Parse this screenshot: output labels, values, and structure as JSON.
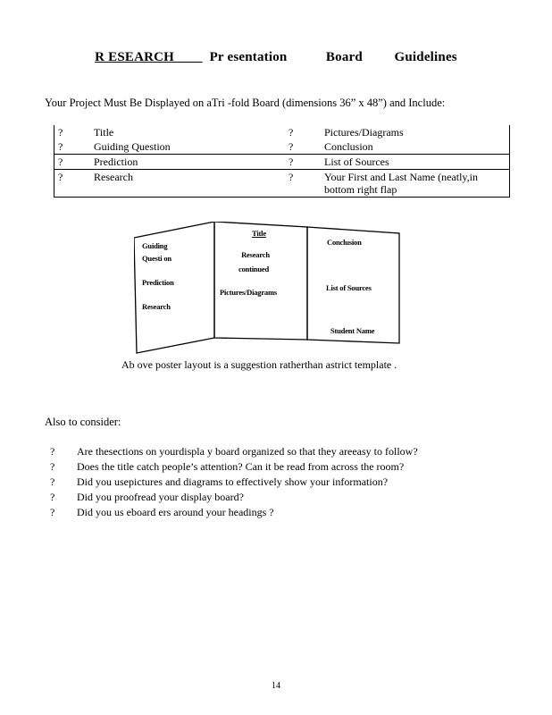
{
  "title": {
    "part1": "R ESEARCH",
    "part2": "Pr  esentation",
    "part3": "Board",
    "part4": "Guidelines"
  },
  "intro": "Your  Project   Must  Be  Displayed    on  aTri   -fold Board (dimensions 36” x 48”) and Include:",
  "requirements": {
    "marker": "?",
    "rows": [
      {
        "left": "Title",
        "right": "Pictures/Diagrams"
      },
      {
        "left": "Guiding    Question",
        "right": "Conclusion"
      },
      {
        "left": "Prediction",
        "right": "List  of  Sources"
      },
      {
        "left": "Research",
        "right": "Your  First  and  Last  Name   (neatly,in bottom   right  flap"
      }
    ]
  },
  "board": {
    "left_panel": {
      "guiding": "Guiding",
      "question": "Questi    on",
      "prediction": "Prediction",
      "research": "Research"
    },
    "center_panel": {
      "title": "Title",
      "research": "Research",
      "continued": "continued",
      "pictures": "Pictures/Diagrams"
    },
    "right_panel": {
      "conclusion": "Conclusion",
      "sources": "List  of  Sources",
      "student": "Student      Name"
    }
  },
  "caption": "Ab ove  poster   layout   is  a  suggestion    ratherthan    astrict   template     .",
  "also_heading": "Also   to  consider:",
  "considerations": {
    "marker": "?",
    "items": [
      "Are  thesections    on  yourdispla    y board  organized    so that  they  areeasy    to  follow?",
      "Does   the  title  catch  people’s   attention?   Can  it  be read  from  across   the  room?",
      "Did  you  usepictures     and  diagrams    to effectively     show   your  information?",
      "Did  you  proofread    your  display    board?",
      "Did  you  us eboard    ers  around    your  headings   ?"
    ]
  },
  "page_number": "14"
}
